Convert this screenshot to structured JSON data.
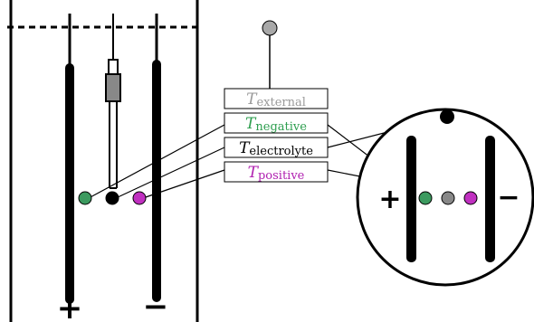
{
  "labels": {
    "external": {
      "main": "T",
      "sub": "external",
      "color": "#9a9a9a"
    },
    "negative": {
      "main": "T",
      "sub": "negative",
      "color": "#2e9e4f"
    },
    "electrolyte": {
      "main": "T",
      "sub": "electrolyte",
      "color": "#000000"
    },
    "positive": {
      "main": "T",
      "sub": "positive",
      "color": "#b020b0"
    }
  },
  "signs": {
    "cell_plus": "+",
    "cell_minus": "−",
    "zoom_plus": "+",
    "zoom_minus": "−"
  },
  "colors": {
    "negative_sensor": "#3c9a5f",
    "electrolyte_sensor": "#000000",
    "positive_sensor": "#c030c0",
    "external_sensor": "#a8a8a8",
    "lines": "#000000"
  }
}
